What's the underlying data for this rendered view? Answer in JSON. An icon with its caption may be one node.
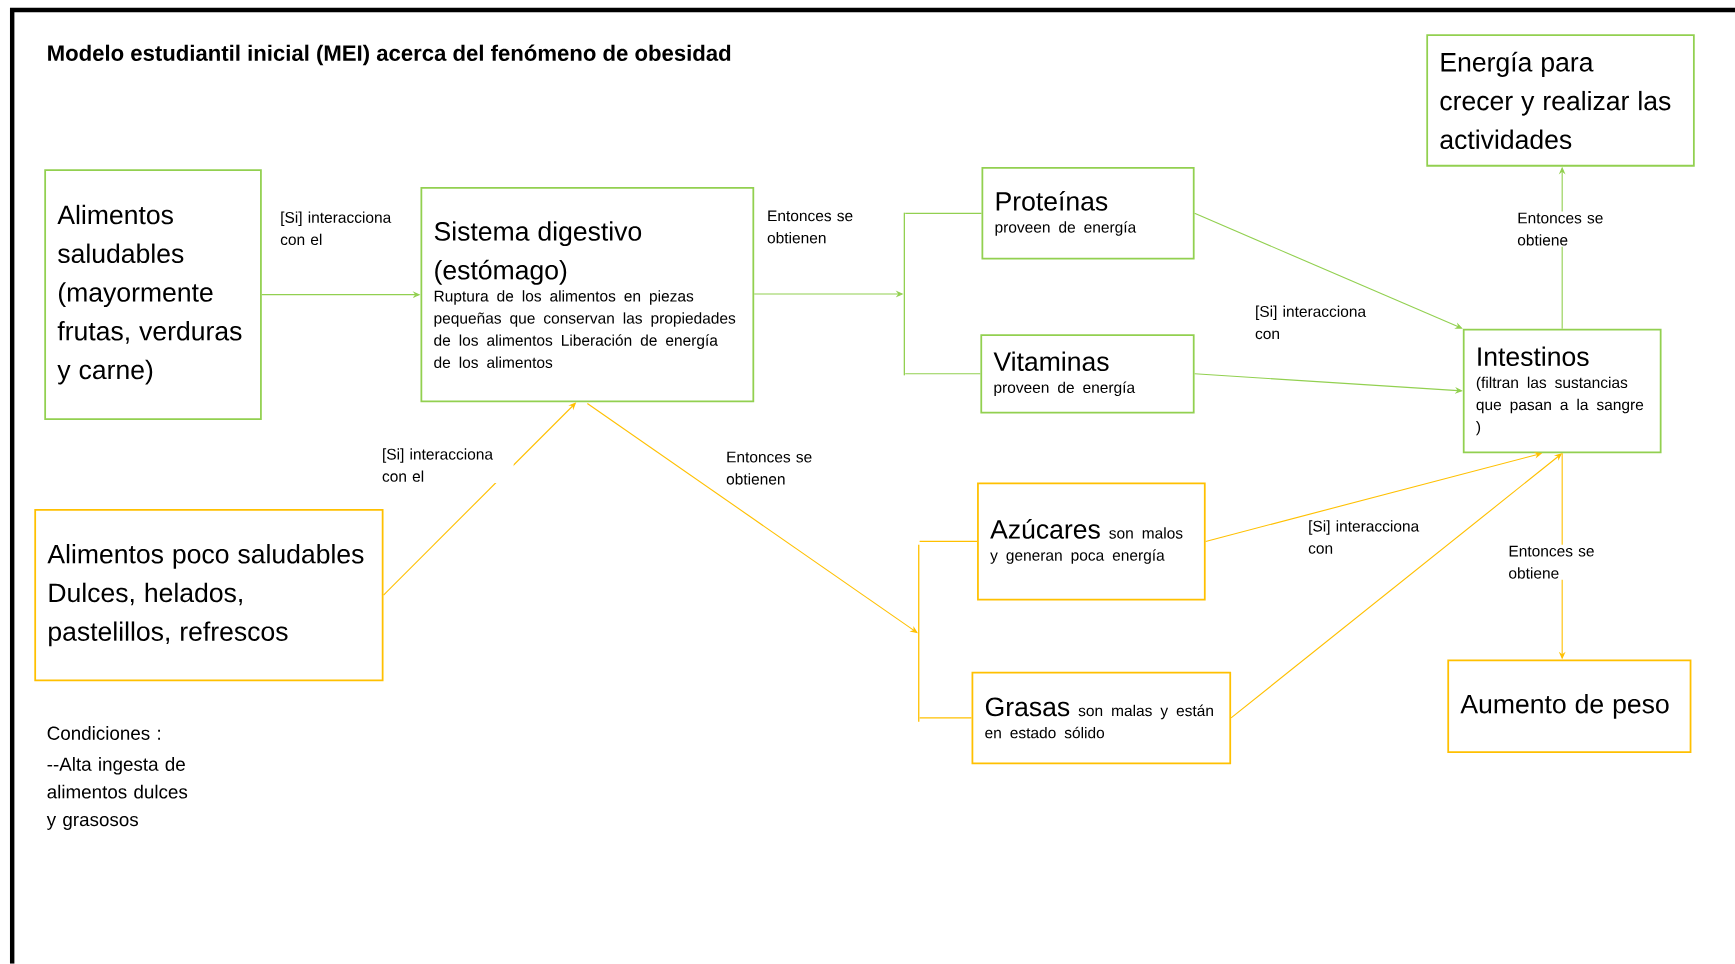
{
  "diagram": {
    "title": "Modelo estudiantil inicial  (MEI) acerca del fenómeno de obesidad",
    "nodes": [
      {
        "text": [
          "Alimentos saludables (mayormente frutas, verduras y carne)"
        ]
      },
      {
        "text": [
          "Sistema digestivo (estómago)",
          "Ruptura de los alimentos en piezas pequeñas que conservan las propiedades de los alimentos Liberación de energía de los alimentos"
        ]
      },
      {
        "text": [
          "Proteínas",
          "proveen de energía"
        ]
      },
      {
        "text": [
          "Vitaminas",
          "proveen de energía"
        ]
      },
      {
        "text": [
          "Energía para crecer y realizar las actividades"
        ]
      },
      {
        "text": [
          "Intestinos",
          "(filtran las sustancias que pasan a la sangre )"
        ]
      },
      {
        "text": [
          "Alimentos poco saludables",
          "Dulces, helados, pastelillos, refrescos"
        ]
      },
      {
        "text": [
          "Azúcares",
          "son malos y generan poca energía"
        ]
      },
      {
        "text": [
          "Grasas",
          "son malas y están en estado sólido"
        ]
      },
      {
        "text": [
          "Aumento de peso"
        ]
      },
      {
        "text": [],
        "shape": "bar"
      },
      {
        "text": [],
        "shape": "bar"
      }
    ],
    "edges": [
      {
        "from": 0,
        "to": 1,
        "arrow": "to",
        "label": "[Si] interacciona con el"
      },
      {
        "from": 1,
        "to": 10,
        "arrow": "to",
        "label": "Entonces se obtienen"
      },
      {
        "from": 10,
        "to": 2,
        "arrow": "none"
      },
      {
        "from": 10,
        "to": 3,
        "arrow": "none"
      },
      {
        "from": 2,
        "to": 5,
        "arrow": "to"
      },
      {
        "from": 3,
        "to": 5,
        "arrow": "to",
        "label": "[Si] interacciona con"
      },
      {
        "from": 5,
        "to": 4,
        "arrow": "to",
        "label": "Entonces se obtiene"
      },
      {
        "from": 6,
        "to": 1,
        "arrow": "to",
        "label": "[Si] interacciona con el",
        "color": "#ffc000"
      },
      {
        "from": 1,
        "to": 11,
        "arrow": "to",
        "label": "Entonces se obtienen",
        "color": "#ffc000"
      },
      {
        "from": 11,
        "to": 7,
        "arrow": "none",
        "color": "#ffc000"
      },
      {
        "from": 11,
        "to": 8,
        "arrow": "none",
        "color": "#ffc000"
      },
      {
        "from": 7,
        "to": 5,
        "arrow": "to",
        "label": "[Si] interacciona con",
        "color": "#ffc000"
      },
      {
        "from": 8,
        "to": 5,
        "arrow": "to",
        "color": "#ffc000"
      },
      {
        "from": 5,
        "to": 9,
        "arrow": "to",
        "label": "Entonces se obtiene",
        "color": "#ffc000"
      }
    ],
    "labels": [
      "Condiciones :",
      "--Alta ingesta de alimentos dulces y grasosos"
    ]
  }
}
